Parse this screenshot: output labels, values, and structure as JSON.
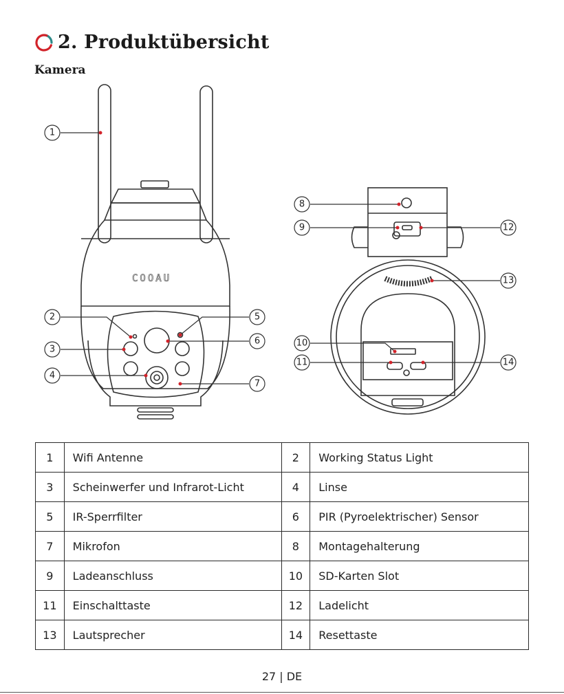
{
  "section": {
    "title": "2. Produktübersicht",
    "subtitle": "Kamera"
  },
  "callouts": [
    "1",
    "2",
    "3",
    "4",
    "5",
    "6",
    "7",
    "8",
    "9",
    "10",
    "11",
    "12",
    "13",
    "14"
  ],
  "brand_mark": "COOAU",
  "parts_table": [
    [
      {
        "num": "1",
        "label": "Wifi Antenne"
      },
      {
        "num": "2",
        "label": "Working Status Light"
      }
    ],
    [
      {
        "num": "3",
        "label": "Scheinwerfer und Infrarot-Licht"
      },
      {
        "num": "4",
        "label": "Linse"
      }
    ],
    [
      {
        "num": "5",
        "label": "IR-Sperrfilter"
      },
      {
        "num": "6",
        "label": "PIR (Pyroelektrischer) Sensor"
      }
    ],
    [
      {
        "num": "7",
        "label": "Mikrofon"
      },
      {
        "num": "8",
        "label": "Montagehalterung"
      }
    ],
    [
      {
        "num": "9",
        "label": "Ladeanschluss"
      },
      {
        "num": "10",
        "label": "SD-Karten Slot"
      }
    ],
    [
      {
        "num": "11",
        "label": "Einschalttaste"
      },
      {
        "num": "12",
        "label": "Ladelicht"
      }
    ],
    [
      {
        "num": "13",
        "label": "Lautsprecher"
      },
      {
        "num": "14",
        "label": "Resettaste"
      }
    ]
  ],
  "footer": {
    "page": "27 | DE"
  },
  "colors": {
    "accent": "#d2232a",
    "logo_secondary": "#2d8a88",
    "line": "#333333"
  }
}
